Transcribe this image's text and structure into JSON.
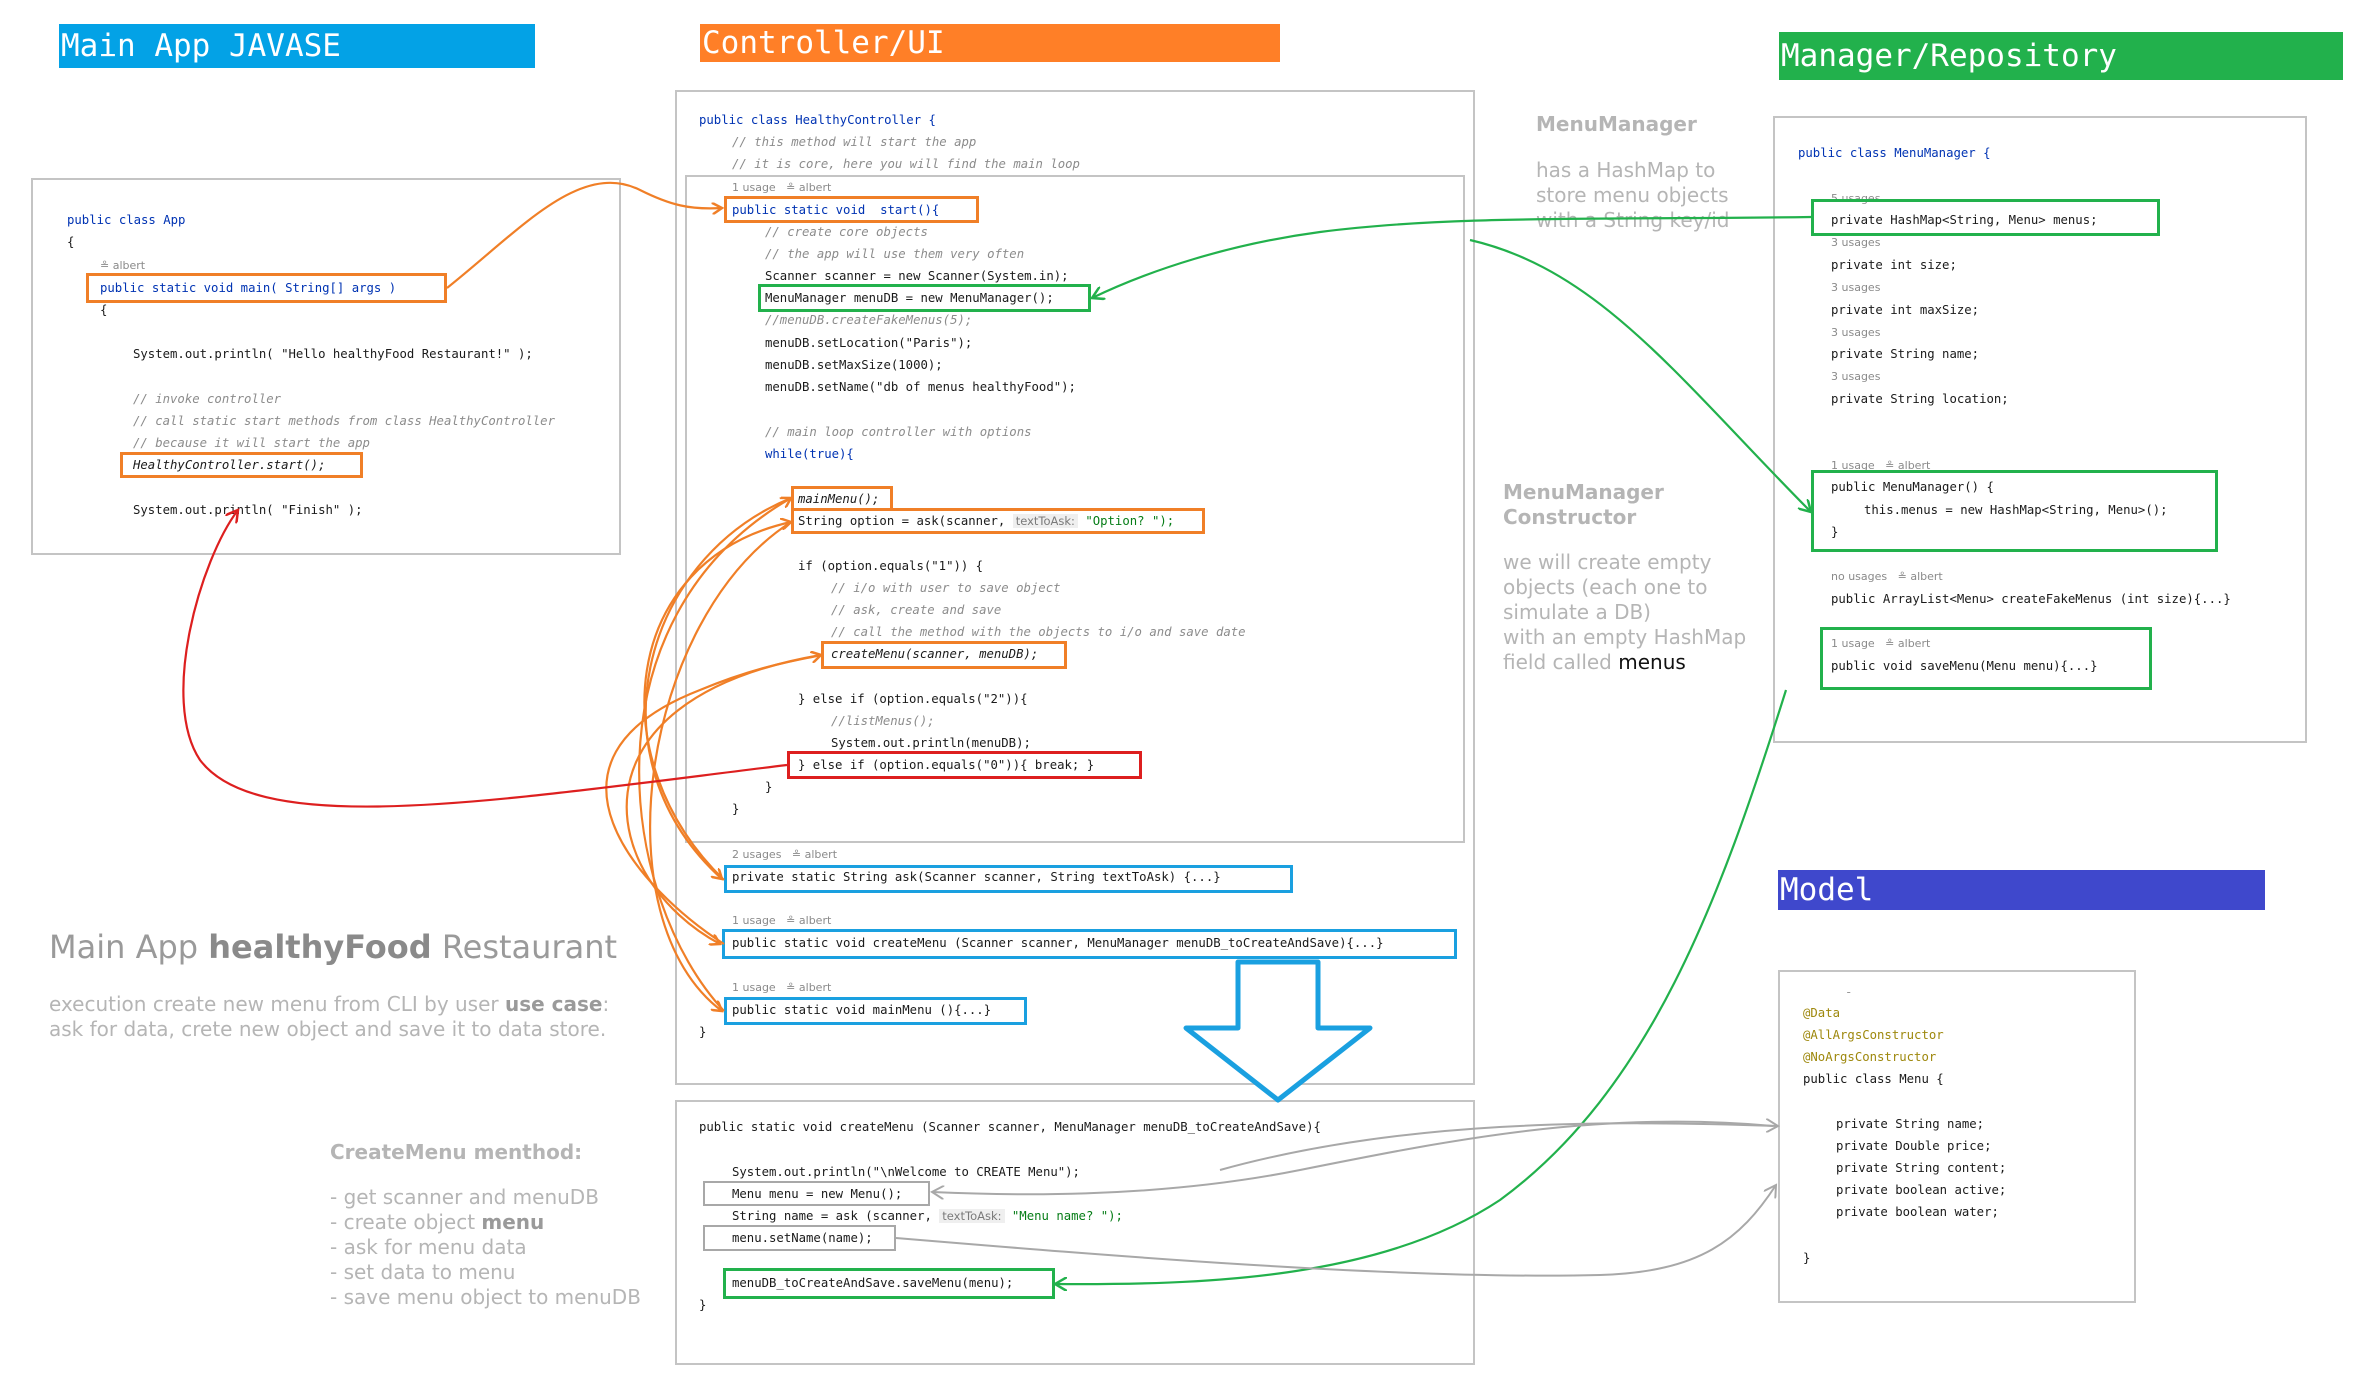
{
  "headers": {
    "main_app": "Main App JAVASE",
    "controller": "Controller/UI",
    "manager": "Manager/Repository",
    "model": "Model"
  },
  "colors": {
    "main_app_header": "#03a2e6",
    "controller_header": "#ff7f27",
    "manager_header": "#22b14c",
    "model_header": "#3f48cc",
    "orange_highlight": "#f07f27",
    "blue_highlight": "#1aa0e0",
    "green_highlight": "#22b14c",
    "red_highlight": "#dd1f1f",
    "gray_highlight": "#a8a8a8"
  },
  "app_code": {
    "l1": "public class App",
    "l2": "{",
    "l3": "public static void main( String[] args )",
    "l4": "{",
    "l5": "System.out.println( \"Hello healthyFood Restaurant!\" );",
    "l6": "// invoke controller",
    "l7": "// call static start methods from class HealthyController",
    "l8": "// because it will start the app",
    "l9": "HealthyController.start();",
    "l10": "System.out.println( \"Finish\" );",
    "meta_author": "≗ albert"
  },
  "controller_code": {
    "l1": "public class HealthyController {",
    "l2": "// this method will start the app",
    "l3": "// it is core, here you will find the main loop",
    "m1": "1 usage   ≗ albert",
    "l4": "public static void  start(){",
    "l5": "// create core objects",
    "l6": "// the app will use them very often",
    "l7": "Scanner scanner = new Scanner(System.in);",
    "l8": "MenuManager menuDB = new MenuManager();",
    "l9": "//menuDB.createFakeMenus(5);",
    "l10": "menuDB.setLocation(\"Paris\");",
    "l11": "menuDB.setMaxSize(1000);",
    "l12": "menuDB.setName(\"db of menus healthyFood\");",
    "l13": "// main loop controller with options",
    "l14": "while(true){",
    "l15": "mainMenu();",
    "l16": "String option = ask(scanner,",
    "l16_hint": "textToAsk:",
    "l16_rest": "\"Option? \");",
    "l17": "if (option.equals(\"1\")) {",
    "l18": "// i/o with user to save object",
    "l19": "// ask, create and save",
    "l20": "// call the method with the objects to i/o and save date",
    "l21": "createMenu(scanner, menuDB);",
    "l22": "} else if (option.equals(\"2\")){",
    "l23": "//listMenus();",
    "l24": "System.out.println(menuDB);",
    "l25": "} else if (option.equals(\"0\")){ break; }",
    "l26": "}",
    "l27": "}",
    "m2": "2 usages   ≗ albert",
    "l28": "private static String ask(Scanner scanner, String textToAsk) {...}",
    "m3": "1 usage   ≗ albert",
    "l29": "public static void createMenu (Scanner scanner, MenuManager menuDB_toCreateAndSave){...}",
    "m4": "1 usage   ≗ albert",
    "l30": "public static void mainMenu (){...}",
    "l31": "}"
  },
  "create_menu_code": {
    "l1": "public static void createMenu (Scanner scanner, MenuManager menuDB_toCreateAndSave){",
    "l2": "System.out.println(\"\\nWelcome to CREATE Menu\");",
    "l3": "Menu menu = new Menu();",
    "l4": "String name = ask (scanner,",
    "l4_hint": "textToAsk:",
    "l4_rest": "\"Menu name? \");",
    "l5": "menu.setName(name);",
    "l6": "menuDB_toCreateAndSave.saveMenu(menu);",
    "l7": "}"
  },
  "manager_code": {
    "l1": "public class MenuManager {",
    "m1": "5 usages",
    "l2": "private HashMap<String, Menu> menus;",
    "m2": "3 usages",
    "l3": "private int size;",
    "m3": "3 usages",
    "l4": "private int maxSize;",
    "m4": "3 usages",
    "l5": "private String name;",
    "m5": "3 usages",
    "l6": "private String location;",
    "m6": "1 usage   ≗ albert",
    "l7": "public MenuManager() {",
    "l8": "this.menus = new HashMap<String, Menu>();",
    "l9": "}",
    "m7": "no usages   ≗ albert",
    "l10": "public ArrayList<Menu> createFakeMenus (int size){...}",
    "m8": "1 usage   ≗ albert",
    "l11": "public void saveMenu(Menu menu){...}"
  },
  "model_code": {
    "l0": "-",
    "a1": "@Data",
    "a2": "@AllArgsConstructor",
    "a3": "@NoArgsConstructor",
    "l1": "public class Menu {",
    "l2": "private String name;",
    "l3": "private Double price;",
    "l4": "private String content;",
    "l5": "private boolean active;",
    "l6": "private boolean water;",
    "l7": "}"
  },
  "notes": {
    "menu_manager_title": "MenuManager",
    "menu_manager_body_1": "has a HashMap to",
    "menu_manager_body_2": "store menu objects",
    "menu_manager_body_3": "with a String key/id",
    "ctor_title_1": "MenuManager",
    "ctor_title_2": "Constructor",
    "ctor_body_1": "we will create empty",
    "ctor_body_2": "objects (each one to",
    "ctor_body_3": "simulate a DB)",
    "ctor_body_4": "with an empty HashMap",
    "ctor_body_5": "field called",
    "ctor_body_menus": "menus",
    "main_title_a": "Main App ",
    "main_title_b": "healthyFood",
    "main_title_c": " Restaurant",
    "main_desc_a": "execution create new menu from CLI by user ",
    "main_desc_b": "use case",
    "main_desc_c": ":",
    "main_desc_2": "ask for data, crete new object and save it to data store.",
    "create_title": "CreateMenu menthod:",
    "create_1": "- get scanner and menuDB",
    "create_2a": "- create object ",
    "create_2b": "menu",
    "create_3": "- ask for menu data",
    "create_4": "- set data to menu",
    "create_5": "- save menu object to menuDB"
  }
}
